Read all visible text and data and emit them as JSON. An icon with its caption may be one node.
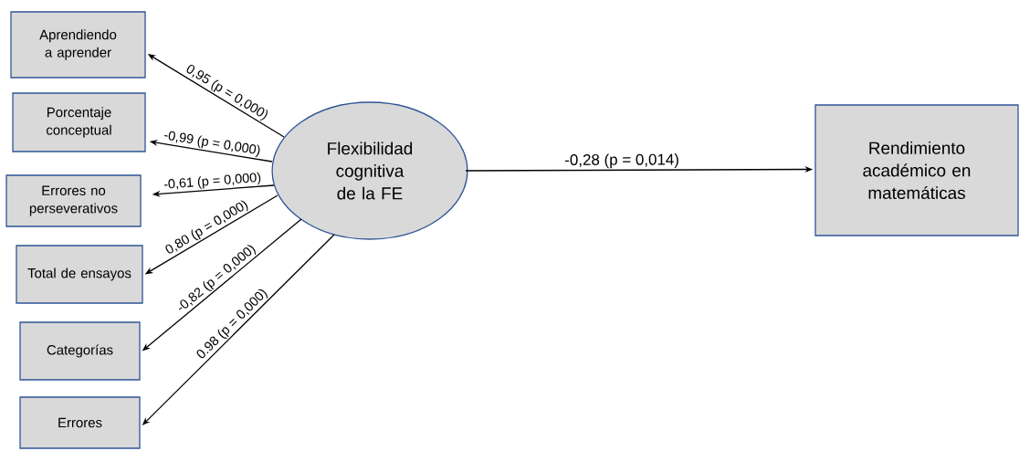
{
  "diagram": {
    "nodes": [
      {
        "text": [
          "Aprendiendo a aprender"
        ]
      },
      {
        "text": [
          "Porcentaje conceptual"
        ]
      },
      {
        "text": [
          "Errores no perseverativos"
        ]
      },
      {
        "text": [
          "Total de ensayos"
        ]
      },
      {
        "text": [
          "Categorías"
        ]
      },
      {
        "text": [
          "Errores"
        ]
      },
      {
        "text": [
          "Flexibilidad cognitiva de la FE"
        ]
      },
      {
        "text": [
          "Rendimiento académico en matemáticas"
        ]
      }
    ],
    "edges": [
      {
        "from": 6,
        "to": 0,
        "arrow": "to",
        "label": "0,95 (p = 0,000)"
      },
      {
        "from": 6,
        "to": 1,
        "arrow": "to",
        "label": "-0,99 (p = 0,000)"
      },
      {
        "from": 6,
        "to": 2,
        "arrow": "to",
        "label": "-0,61 (p = 0,000)"
      },
      {
        "from": 6,
        "to": 3,
        "arrow": "to",
        "label": "0,80 (p = 0,000)"
      },
      {
        "from": 6,
        "to": 4,
        "arrow": "to",
        "label": "-0,82 (p = 0,000)"
      },
      {
        "from": 6,
        "to": 5,
        "arrow": "to",
        "label": "0.98 (p = 0,000)"
      },
      {
        "from": 6,
        "to": 7,
        "arrow": "to",
        "label": "-0,28 (p = 0,014)"
      }
    ]
  }
}
